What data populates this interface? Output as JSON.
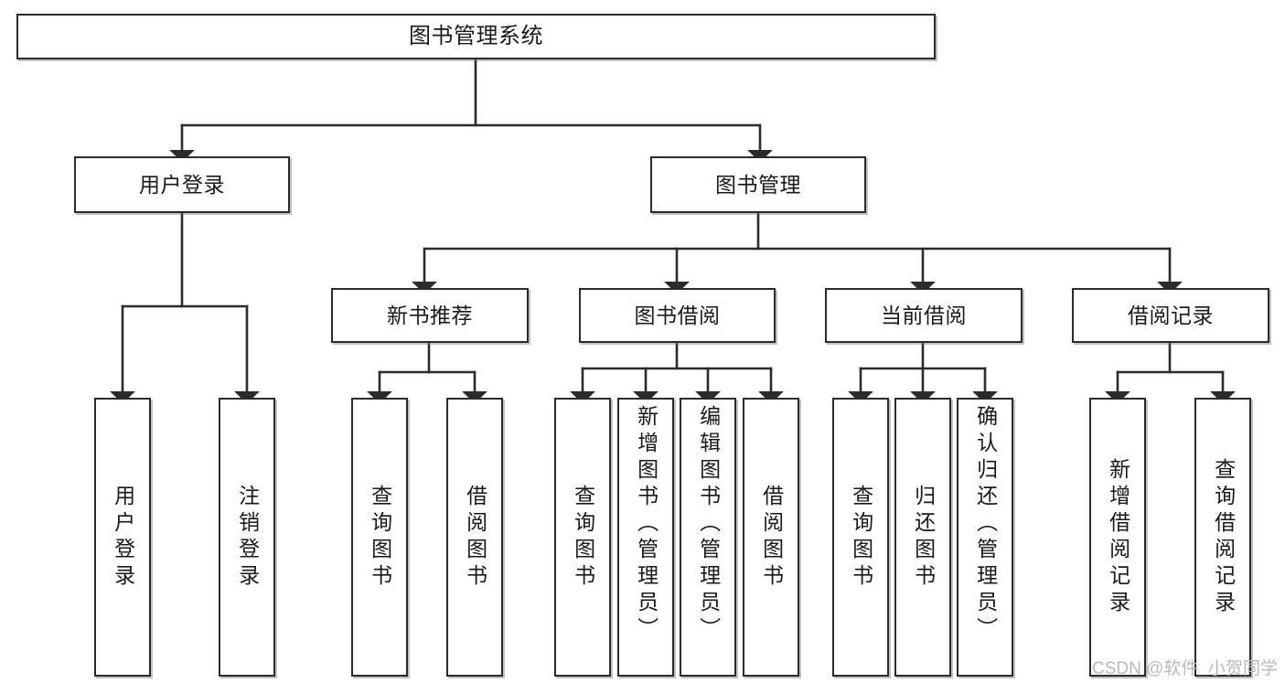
{
  "diagram": {
    "title": "图书管理系统",
    "watermark": "CSDN @软件_小贺同学",
    "nodes": {
      "root": {
        "label": "图书管理系统",
        "level": 1
      },
      "user_login": {
        "label": "用户登录",
        "level": 2
      },
      "book_manage": {
        "label": "图书管理",
        "level": 2
      },
      "new_book_rec": {
        "label": "新书推荐",
        "level": 3
      },
      "book_borrow": {
        "label": "图书借阅",
        "level": 3
      },
      "current_borrow": {
        "label": "当前借阅",
        "level": 3
      },
      "borrow_record": {
        "label": "借阅记录",
        "level": 3
      },
      "leaf_user_login": {
        "label": "用户登录",
        "level": 4
      },
      "leaf_logout": {
        "label": "注销登录",
        "level": 4
      },
      "leaf_query_book_1": {
        "label": "查询图书",
        "level": 4
      },
      "leaf_borrow_book_1": {
        "label": "借阅图书",
        "level": 4
      },
      "leaf_query_book_2": {
        "label": "查询图书",
        "level": 4
      },
      "leaf_add_book": {
        "label": "新增图书（管理员）",
        "level": 4
      },
      "leaf_edit_book": {
        "label": "编辑图书（管理员）",
        "level": 4
      },
      "leaf_borrow_book_2": {
        "label": "借阅图书",
        "level": 4
      },
      "leaf_query_book_3": {
        "label": "查询图书",
        "level": 4
      },
      "leaf_return_book": {
        "label": "归还图书",
        "level": 4
      },
      "leaf_confirm_return": {
        "label": "确认归还（管理员）",
        "level": 4
      },
      "leaf_add_record": {
        "label": "新增借阅记录",
        "level": 4
      },
      "leaf_query_record": {
        "label": "查询借阅记录",
        "level": 4
      }
    },
    "colors": {
      "box_border": "#2b2b2b",
      "box_fill": "#ffffff",
      "edge": "#2b2b2b",
      "watermark": "#b9b9b9",
      "background": "#ffffff"
    }
  }
}
